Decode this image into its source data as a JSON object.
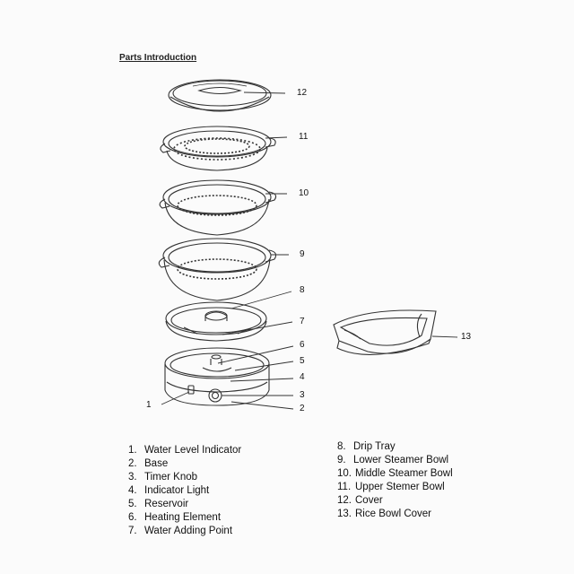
{
  "title": "Parts Introduction",
  "callouts": {
    "c1": "1",
    "c2": "2",
    "c3": "3",
    "c4": "4",
    "c5": "5",
    "c6": "6",
    "c7": "7",
    "c8": "8",
    "c9": "9",
    "c10": "10",
    "c11": "11",
    "c12": "12",
    "c13": "13"
  },
  "parts_left": [
    {
      "num": "1.",
      "name": "Water Level Indicator"
    },
    {
      "num": "2.",
      "name": "Base"
    },
    {
      "num": "3.",
      "name": "Timer Knob"
    },
    {
      "num": "4.",
      "name": "Indicator Light"
    },
    {
      "num": "5.",
      "name": "Reservoir"
    },
    {
      "num": "6.",
      "name": "Heating Element"
    },
    {
      "num": "7.",
      "name": "Water Adding Point"
    }
  ],
  "parts_right": [
    {
      "num": "8.",
      "name": "Drip Tray"
    },
    {
      "num": "9.",
      "name": "Lower Steamer Bowl"
    },
    {
      "num": "10.",
      "name": "Middle Steamer Bowl"
    },
    {
      "num": "11.",
      "name": "Upper Stemer Bowl"
    },
    {
      "num": "12.",
      "name": "Cover"
    },
    {
      "num": "13.",
      "name": "Rice Bowl Cover"
    }
  ]
}
